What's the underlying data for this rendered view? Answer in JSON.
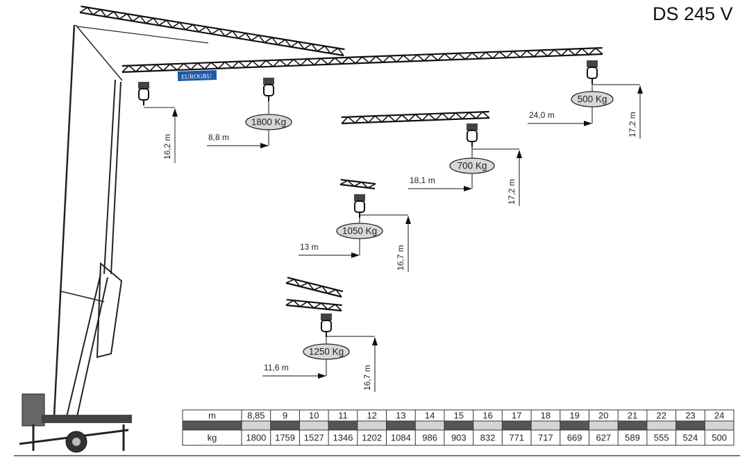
{
  "title": "DS 245 V",
  "brand": "EUROGRU",
  "loads": [
    {
      "load": "1800 Kg",
      "radius": "8,8 m"
    },
    {
      "load": "500 Kg",
      "radius": "24,0 m",
      "height": "17,2 m"
    },
    {
      "load": "700 Kg",
      "radius": "18,1 m",
      "height": "17,2 m"
    },
    {
      "load": "1050 Kg",
      "radius": "13 m",
      "height": "16,7 m"
    },
    {
      "load": "1250 Kg",
      "radius": "11,6 m",
      "height": "16,7 m"
    }
  ],
  "hook_height": "16,2 m",
  "table": {
    "row1_header": "m",
    "row2_header": "kg",
    "radii": [
      "8,85",
      "9",
      "10",
      "11",
      "12",
      "13",
      "14",
      "15",
      "16",
      "17",
      "18",
      "19",
      "20",
      "21",
      "22",
      "23",
      "24"
    ],
    "loads": [
      "1800",
      "1759",
      "1527",
      "1346",
      "1202",
      "1084",
      "986",
      "903",
      "832",
      "771",
      "717",
      "669",
      "627",
      "589",
      "555",
      "524",
      "500"
    ]
  },
  "colors": {
    "brand_blue": "#1f5aa6",
    "band_dark": "#555555",
    "band_light": "#d4d4d4"
  }
}
